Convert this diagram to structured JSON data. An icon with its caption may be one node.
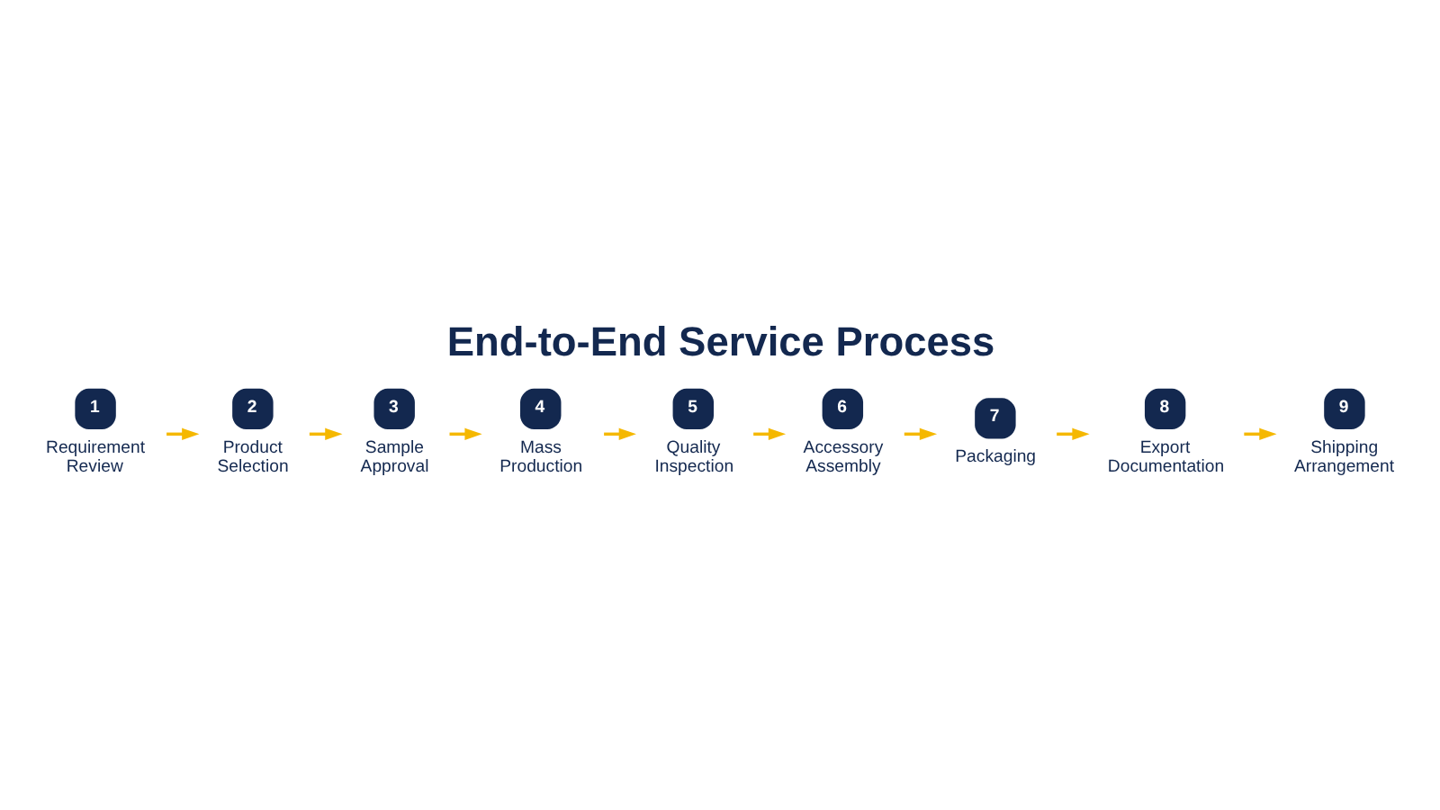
{
  "diagram": {
    "title": "End-to-End Service Process",
    "nodes": [
      {
        "text": [
          "1",
          "Requirement Review"
        ]
      },
      {
        "text": [
          "2",
          "Product Selection"
        ]
      },
      {
        "text": [
          "3",
          "Sample Approval"
        ]
      },
      {
        "text": [
          "4",
          "Mass Production"
        ]
      },
      {
        "text": [
          "5",
          "Quality Inspection"
        ]
      },
      {
        "text": [
          "6",
          "Accessory Assembly"
        ]
      },
      {
        "text": [
          "7",
          "Packaging"
        ]
      },
      {
        "text": [
          "8",
          "Export Documentation"
        ]
      },
      {
        "text": [
          "9",
          "Shipping Arrangement"
        ]
      }
    ],
    "edges": [
      {
        "from": 0,
        "to": 1,
        "arrow": "to"
      },
      {
        "from": 1,
        "to": 2,
        "arrow": "to"
      },
      {
        "from": 2,
        "to": 3,
        "arrow": "to"
      },
      {
        "from": 3,
        "to": 4,
        "arrow": "to"
      },
      {
        "from": 4,
        "to": 5,
        "arrow": "to"
      },
      {
        "from": 5,
        "to": 6,
        "arrow": "to"
      },
      {
        "from": 6,
        "to": 7,
        "arrow": "to"
      },
      {
        "from": 7,
        "to": 8,
        "arrow": "to"
      }
    ]
  }
}
